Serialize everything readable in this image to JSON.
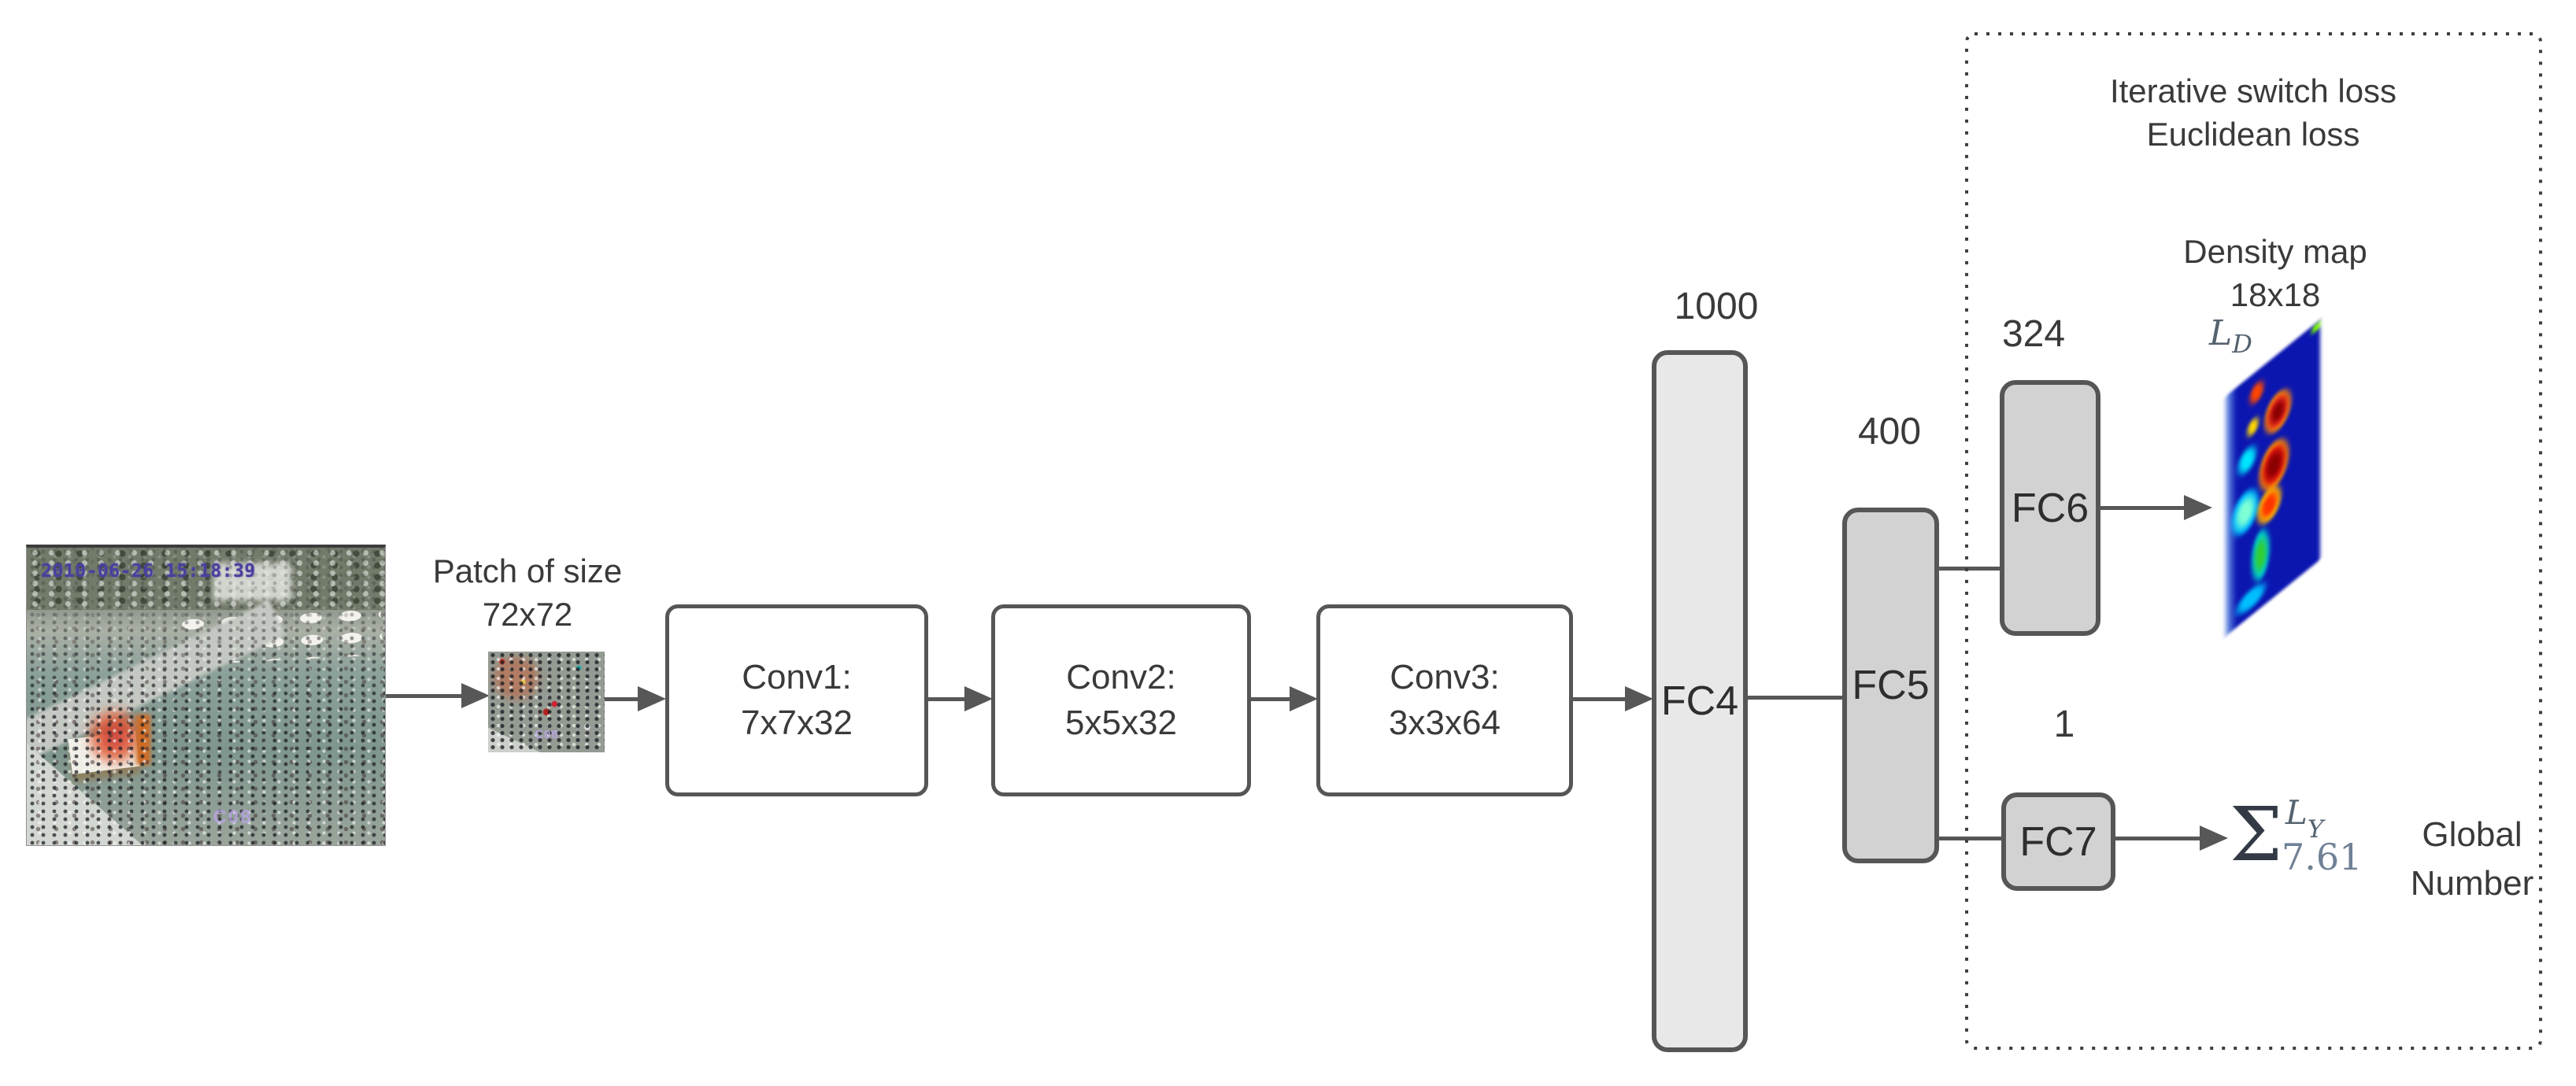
{
  "photo": {
    "timestamp": "2010-06-26 15:18:39",
    "watermark": "C08"
  },
  "patch": {
    "label_line1": "Patch of size",
    "label_line2": "72x72",
    "watermark": "C08"
  },
  "conv_layers": [
    {
      "name": "Conv1:",
      "kernel": "7x7x32"
    },
    {
      "name": "Conv2:",
      "kernel": "5x5x32"
    },
    {
      "name": "Conv3:",
      "kernel": "3x3x64"
    }
  ],
  "fc_layers": [
    {
      "label": "FC4",
      "units": "1000"
    },
    {
      "label": "FC5",
      "units": "400"
    },
    {
      "label": "FC6",
      "units": "324"
    },
    {
      "label": "FC7",
      "units": "1"
    }
  ],
  "loss_panel": {
    "line1": "Iterative switch loss",
    "line2": "Euclidean loss"
  },
  "density_map": {
    "title": "Density map",
    "size": "18x18",
    "loss_main": "L",
    "loss_sub": "D"
  },
  "sum_expression": {
    "sigma": "Σ",
    "sup_main": "L",
    "sup_sub": "Y",
    "value": "7.61"
  },
  "output_label": {
    "line1": "Global",
    "line2": "Number"
  },
  "colors": {
    "box_border": "#565656",
    "line": "#575757",
    "text": "#3a3a3a",
    "conv_fill": "#ffffff",
    "fc4_fill": "#e8e8e8",
    "fc_fill": "#d2d2d2",
    "dotted_border": "#3d3d3d",
    "sigma": "#333a45",
    "math_slate": "#566470",
    "value_slate": "#6f8096",
    "timestamp": "#4a3f9f",
    "watermark": "#baa5e4",
    "density_bg": "#0b16b0"
  }
}
